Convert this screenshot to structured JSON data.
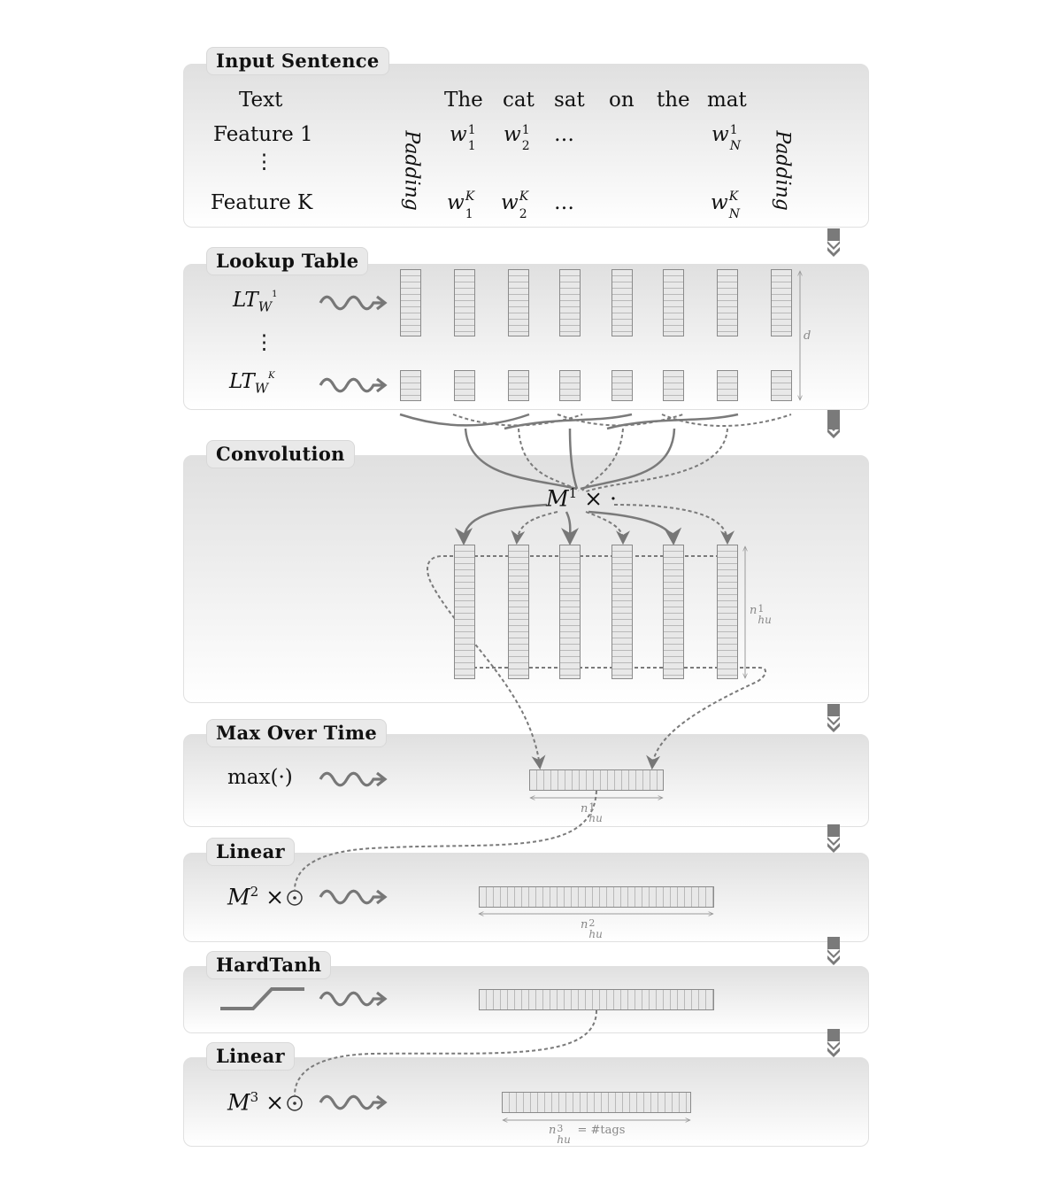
{
  "layers": {
    "input": {
      "title": "Input Sentence",
      "row_text_label": "Text",
      "row_f1_label": "Feature 1",
      "row_fk_label": "Feature K",
      "vdots": "⋮",
      "padding_label": "Padding",
      "words": [
        "The",
        "cat",
        "sat",
        "on",
        "the",
        "mat"
      ],
      "f1_tokens": [
        "w",
        "w",
        "…",
        "w"
      ],
      "f1_subs": [
        "1",
        "2",
        "",
        "N"
      ],
      "f1_sups": [
        "1",
        "1",
        "",
        "1"
      ],
      "fk_tokens": [
        "w",
        "w",
        "…",
        "w"
      ],
      "fk_subs": [
        "1",
        "2",
        "",
        "N"
      ],
      "fk_sups": [
        "K",
        "K",
        "",
        "K"
      ]
    },
    "lookup": {
      "title": "Lookup Table",
      "lt1_base": "LT",
      "lt1_sub": "W",
      "lt1_sup": "1",
      "ltk_base": "LT",
      "ltk_sub": "W",
      "ltk_sup": "K",
      "vdots": "⋮",
      "dim_label": "d"
    },
    "convolution": {
      "title": "Convolution",
      "op_base": "M",
      "op_sup": "1",
      "op_rest": "× ·",
      "dim_base": "n",
      "dim_sup": "1",
      "dim_sub": "hu"
    },
    "maxtime": {
      "title": "Max Over Time",
      "op": "max(·)",
      "dim_base": "n",
      "dim_sup": "1",
      "dim_sub": "hu"
    },
    "linear1": {
      "title": "Linear",
      "op_base": "M",
      "op_sup": "2",
      "op_rest": "×",
      "dim_base": "n",
      "dim_sup": "2",
      "dim_sub": "hu"
    },
    "hardtanh": {
      "title": "HardTanh"
    },
    "linear2": {
      "title": "Linear",
      "op_base": "M",
      "op_sup": "3",
      "op_rest": "×",
      "dim_base": "n",
      "dim_sup": "3",
      "dim_sub": "hu",
      "dim_rest": "= #tags"
    }
  }
}
